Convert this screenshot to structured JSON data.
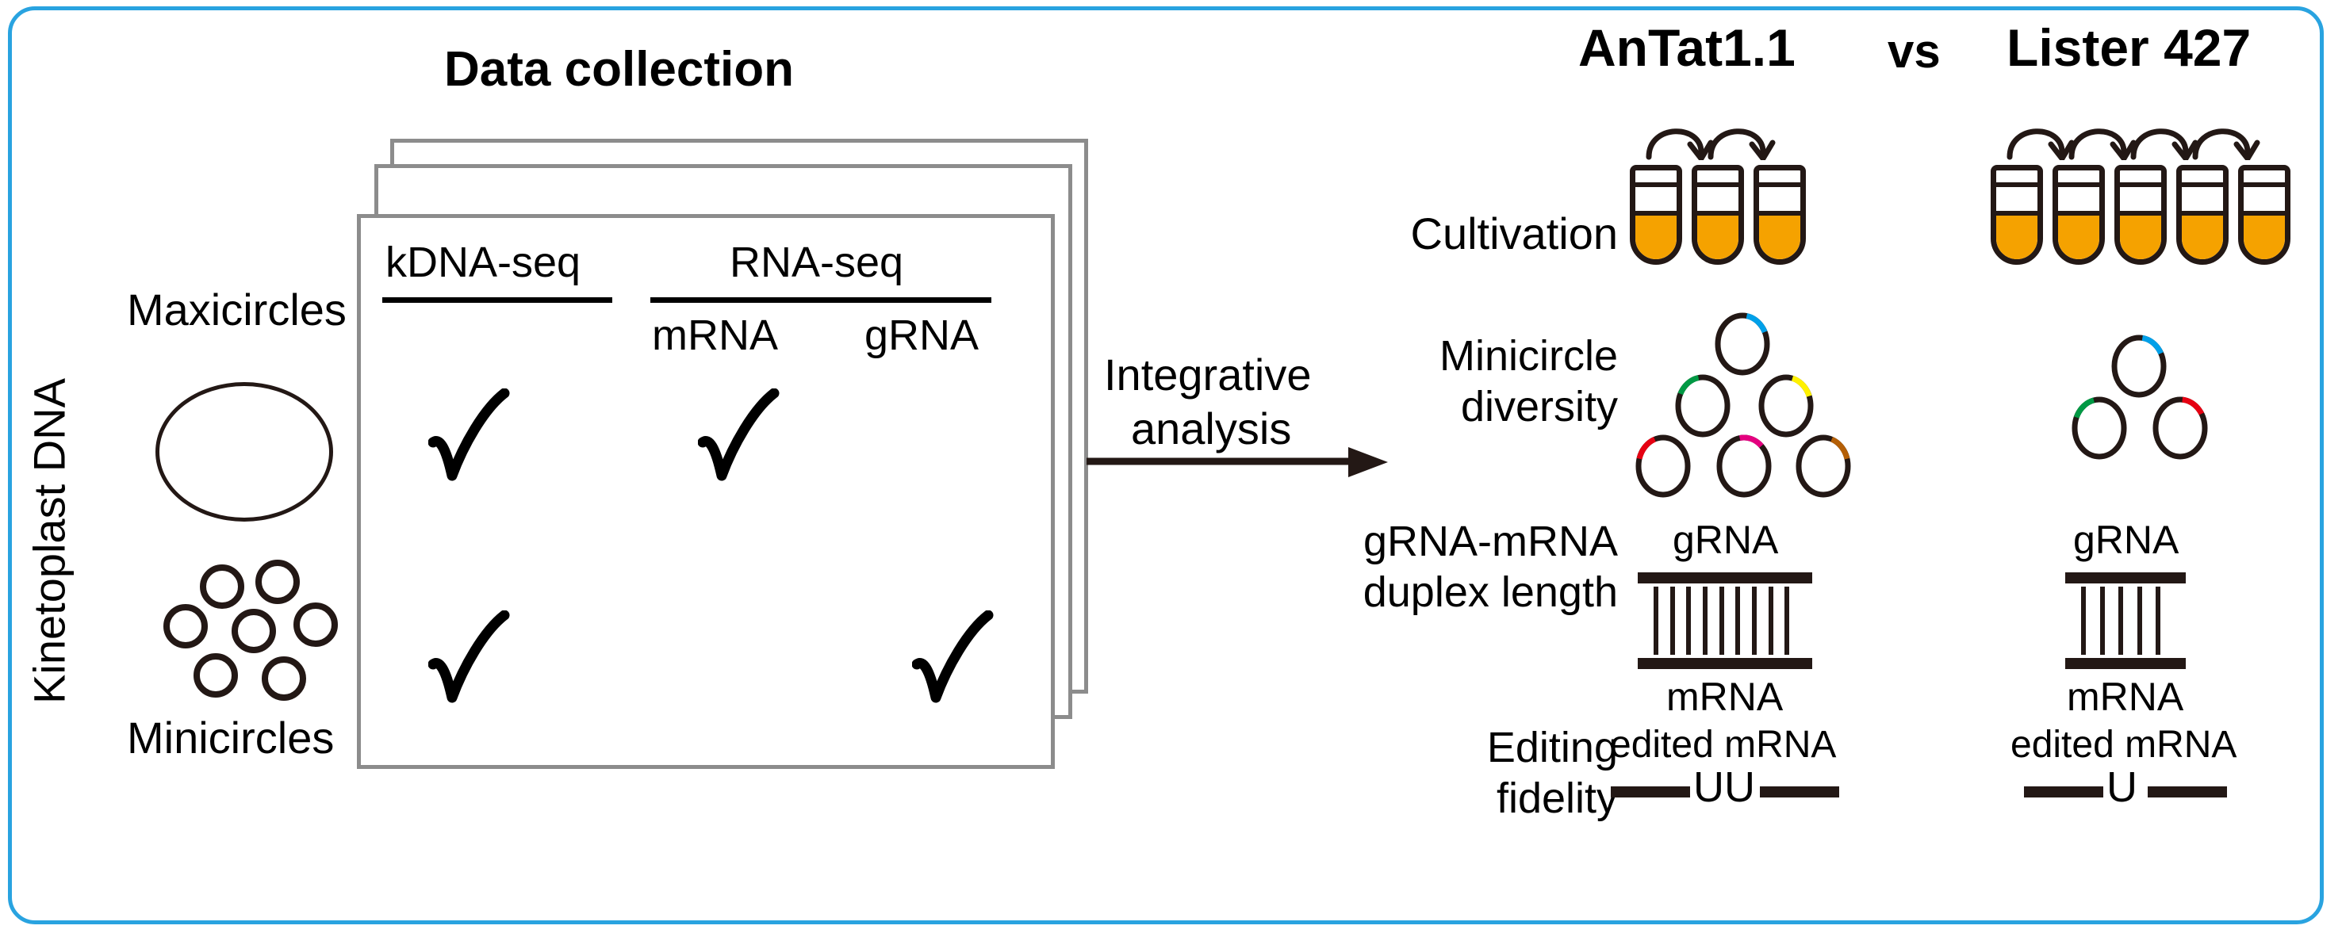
{
  "figure": {
    "border_color": "#29a3e0",
    "ink_color": "#231815",
    "card_border_color": "#8c8c8c",
    "culture_color": "#F5A200"
  },
  "left_panel": {
    "vertical_label": "Kinetoplast DNA",
    "maxicircles_label": "Maxicircles",
    "minicircles_label": "Minicircles",
    "maxicircle_count": 1,
    "minicircle_count": 7
  },
  "data_collection": {
    "title": "Data collection",
    "card_stack_count": 3,
    "columns": [
      {
        "group": "kDNA-seq",
        "sub": null
      },
      {
        "group": "RNA-seq",
        "sub": "mRNA"
      },
      {
        "group": "RNA-seq",
        "sub": "gRNA"
      }
    ],
    "headers": {
      "kdna_seq": "kDNA-seq",
      "rna_seq": "RNA-seq",
      "mrna": "mRNA",
      "grna": "gRNA"
    },
    "checks": [
      {
        "row": 1,
        "column": "kDNA-seq",
        "checked": true
      },
      {
        "row": 1,
        "column": "mRNA",
        "checked": true
      },
      {
        "row": 1,
        "column": "gRNA",
        "checked": false
      },
      {
        "row": 2,
        "column": "kDNA-seq",
        "checked": true
      },
      {
        "row": 2,
        "column": "mRNA",
        "checked": false
      },
      {
        "row": 2,
        "column": "gRNA",
        "checked": true
      }
    ]
  },
  "transition": {
    "label_line1": "Integrative",
    "label_line2": "analysis",
    "arrow": "right-arrow"
  },
  "comparison": {
    "left_strain": "AnTat1.1",
    "vs": "vs",
    "right_strain": "Lister 427",
    "rows": [
      {
        "label": "Cultivation",
        "label_lines": [
          "Cultivation"
        ],
        "left": {
          "tubes": 3,
          "arrows": 2
        },
        "right": {
          "tubes": 5,
          "arrows": 4
        }
      },
      {
        "label": "Minicircle diversity",
        "label_lines": [
          "Minicircle",
          "diversity"
        ],
        "left": {
          "circles": 6,
          "arc_colors": [
            "#00a0e9",
            "#009944",
            "#fff100",
            "#e60012",
            "#e4007f",
            "#b45f06"
          ]
        },
        "right": {
          "circles": 3,
          "arc_colors": [
            "#00a0e9",
            "#009944",
            "#e60012"
          ]
        }
      },
      {
        "label": "gRNA-mRNA duplex length",
        "label_lines": [
          "gRNA-mRNA",
          "duplex length"
        ],
        "top_caption": "gRNA",
        "bottom_caption": "mRNA",
        "left": {
          "base_pairs": 9
        },
        "right": {
          "base_pairs": 5
        }
      },
      {
        "label": "Editing fidelity",
        "label_lines": [
          "Editing",
          "fidelity"
        ],
        "caption": "edited mRNA",
        "left": {
          "u_insertion": "UU"
        },
        "right": {
          "u_insertion": "U"
        }
      }
    ]
  }
}
